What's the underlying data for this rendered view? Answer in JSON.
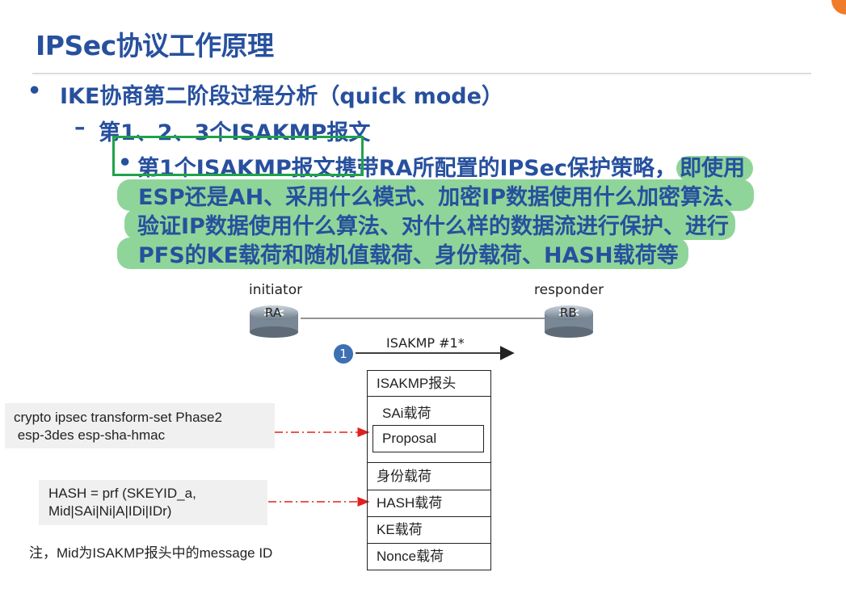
{
  "slide": {
    "title": "IPSec协议工作原理",
    "bullet1": "IKE协商第二阶段过程分析（quick mode）",
    "bullet2": "第1、2、3个ISAKMP报文",
    "bullet3": {
      "boxed": "第1个ISAKMP报文",
      "line1_plain": "携带RA所配置的IPSec保护策略，",
      "line1_hl": "即使用",
      "line2": "ESP还是AH、采用什么模式、加密IP数据使用什么加密算法、",
      "line3": "验证IP数据使用什么算法、对什么样的数据流进行保护、进行",
      "line4": "PFS的KE载荷和随机值载荷、身份载荷、HASH载荷等"
    }
  },
  "diagram": {
    "initiator_label": "initiator",
    "responder_label": "responder",
    "router_a": "RA",
    "router_b": "RB",
    "step_number": "1",
    "message_label": "ISAKMP #1*",
    "stack": [
      "ISAKMP报头",
      "SAi载荷",
      "Proposal",
      "身份载荷",
      "HASH载荷",
      "KE载荷",
      "Nonce载荷"
    ],
    "config_note": {
      "line1": "crypto ipsec transform-set Phase2",
      "line2": " esp-3des esp-sha-hmac"
    },
    "hash_note": {
      "line1": "HASH = prf (SKEYID_a,",
      "line2": "Mid|SAi|Ni|A|IDi|IDr)"
    },
    "footnote": "注，Mid为ISAKMP报头中的message ID"
  },
  "colors": {
    "title": "#27509e",
    "highlight": "#8fd59a",
    "box": "#1fa34a",
    "dashed_arrow": "#e02020",
    "step_circle": "#3d6fb3",
    "accent_dot": "#f07b2a"
  }
}
